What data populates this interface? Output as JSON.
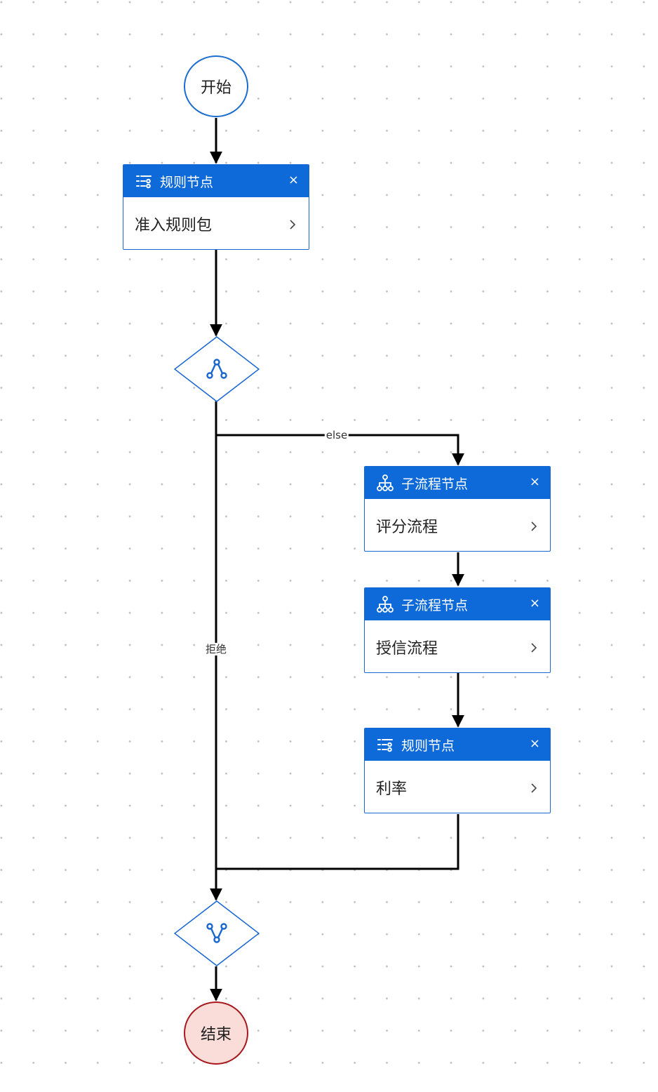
{
  "start": {
    "label": "开始"
  },
  "end": {
    "label": "结束"
  },
  "nodes": [
    {
      "type": "规则节点",
      "icon": "rule-list-icon",
      "name": "准入规则包",
      "close": "×"
    },
    {
      "type": "子流程节点",
      "icon": "subflow-tree-icon",
      "name": "评分流程",
      "close": "×"
    },
    {
      "type": "子流程节点",
      "icon": "subflow-tree-icon",
      "name": "授信流程",
      "close": "×"
    },
    {
      "type": "规则节点",
      "icon": "rule-list-icon",
      "name": "利率",
      "close": "×"
    }
  ],
  "gateways": [
    {
      "icon": "branch-split-icon"
    },
    {
      "icon": "branch-merge-icon"
    }
  ],
  "edge_labels": {
    "else": "else",
    "reject": "拒绝"
  },
  "colors": {
    "primary": "#0f6ad9",
    "end_border": "#a8191e",
    "end_fill": "#fadcd9",
    "edge": "#000000"
  }
}
